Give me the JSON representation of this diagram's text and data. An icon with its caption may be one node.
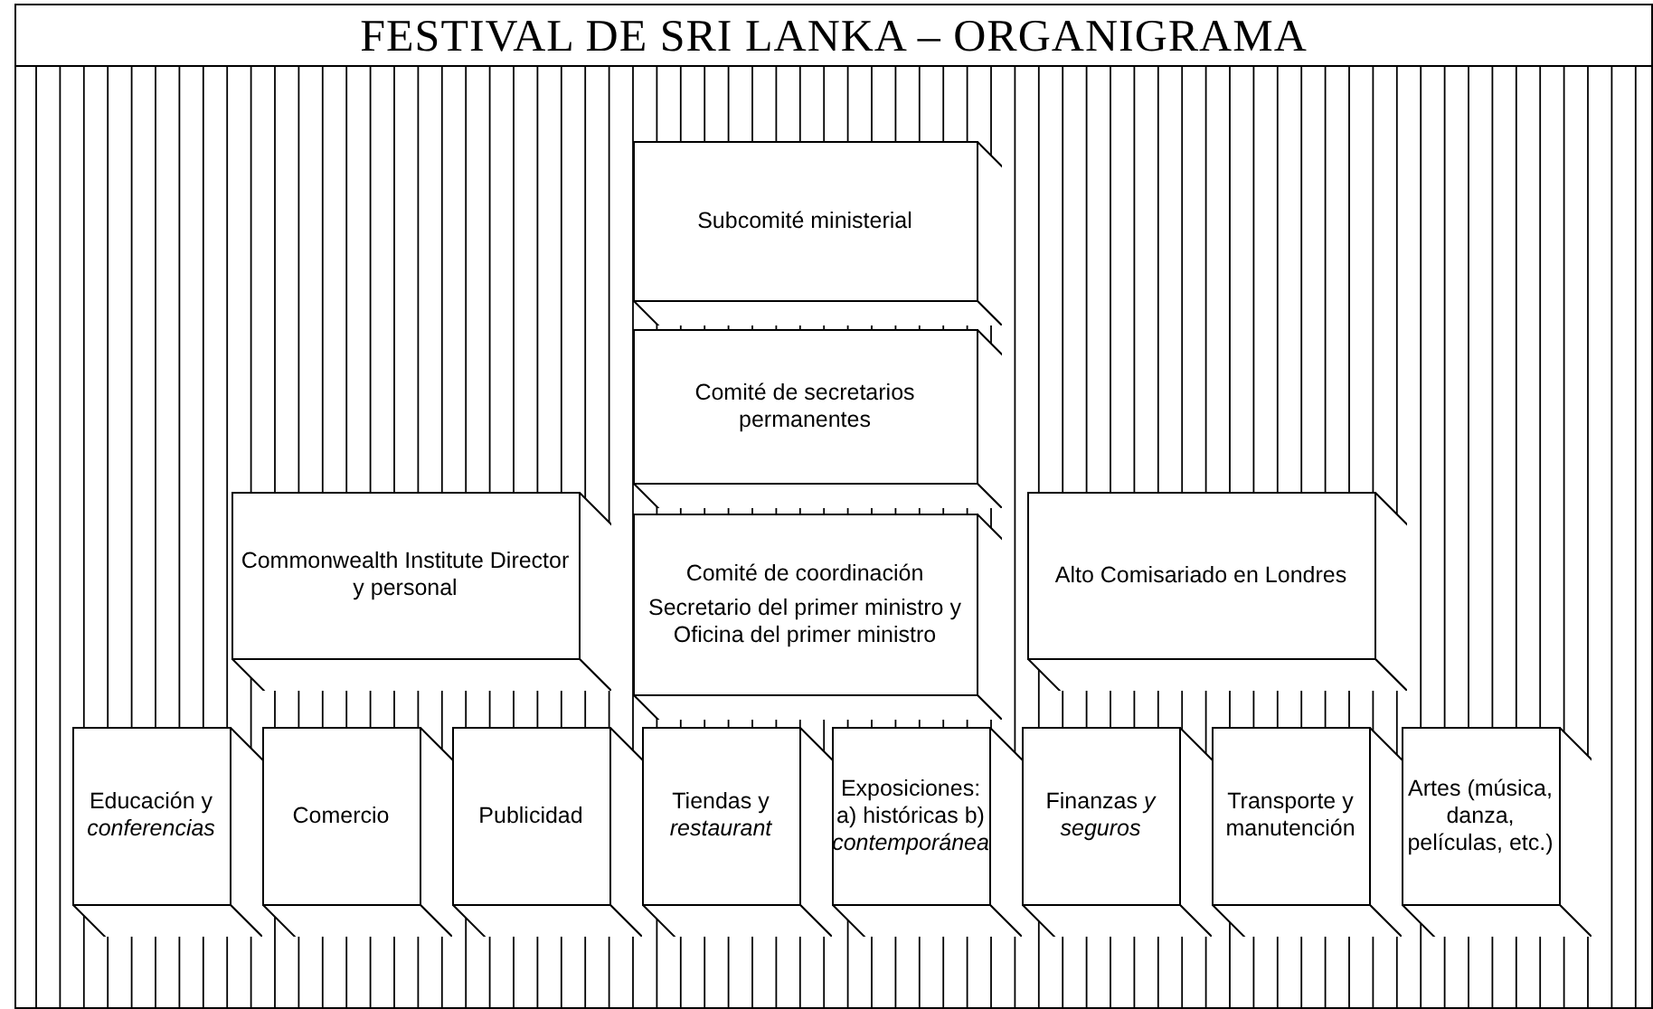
{
  "diagram": {
    "title": "FESTIVAL DE SRI LANKA – ORGANIGRAMA",
    "nodes": [
      {
        "text": [
          "Subcomité ministerial"
        ]
      },
      {
        "text": [
          "Comité de secretarios permanentes"
        ]
      },
      {
        "text": [
          "Commonwealth Institute Director y personal"
        ]
      },
      {
        "text": [
          "Comité de coordinación",
          "Secretario del primer ministro y Oficina del primer ministro"
        ]
      },
      {
        "text": [
          "Alto Comisariado en Londres"
        ]
      },
      {
        "text": [
          "Educación y *conferencias*"
        ]
      },
      {
        "text": [
          "Comercio"
        ]
      },
      {
        "text": [
          "Publicidad"
        ]
      },
      {
        "text": [
          "Tiendas y *restaurant*"
        ]
      },
      {
        "text": [
          "Exposiciones: a) históricas b) *contemporánea*"
        ]
      },
      {
        "text": [
          "Finanzas *y seguros*"
        ]
      },
      {
        "text": [
          "Transporte y manutención"
        ]
      },
      {
        "text": [
          "Artes (música, danza, películas, etc.)"
        ]
      }
    ]
  }
}
